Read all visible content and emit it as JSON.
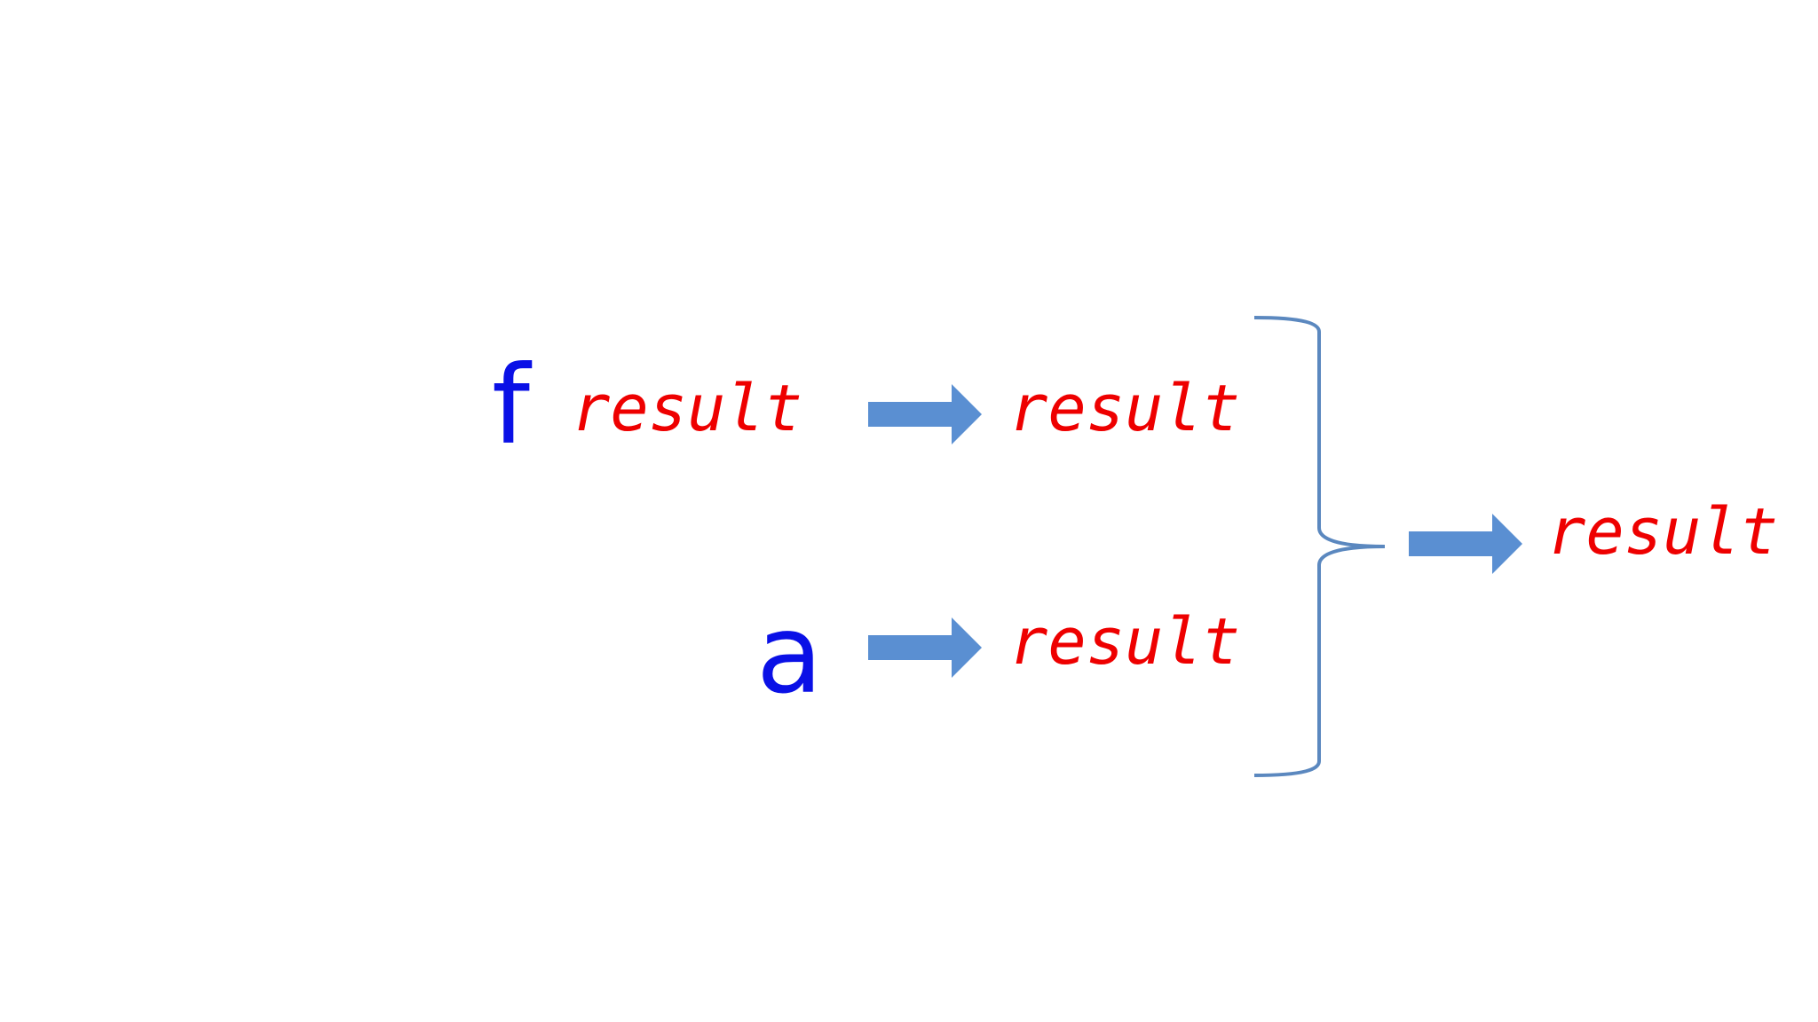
{
  "colors": {
    "text_red": "#ee0000",
    "text_blue": "#0a10e6",
    "arrow_fill": "#5a8fd2",
    "brace_stroke": "#5b88bf"
  },
  "labels": {
    "f": "f",
    "f_result": "result",
    "f_mapped_result": "result",
    "a": "a",
    "a_mapped_result": "result",
    "combined_result": "result"
  }
}
